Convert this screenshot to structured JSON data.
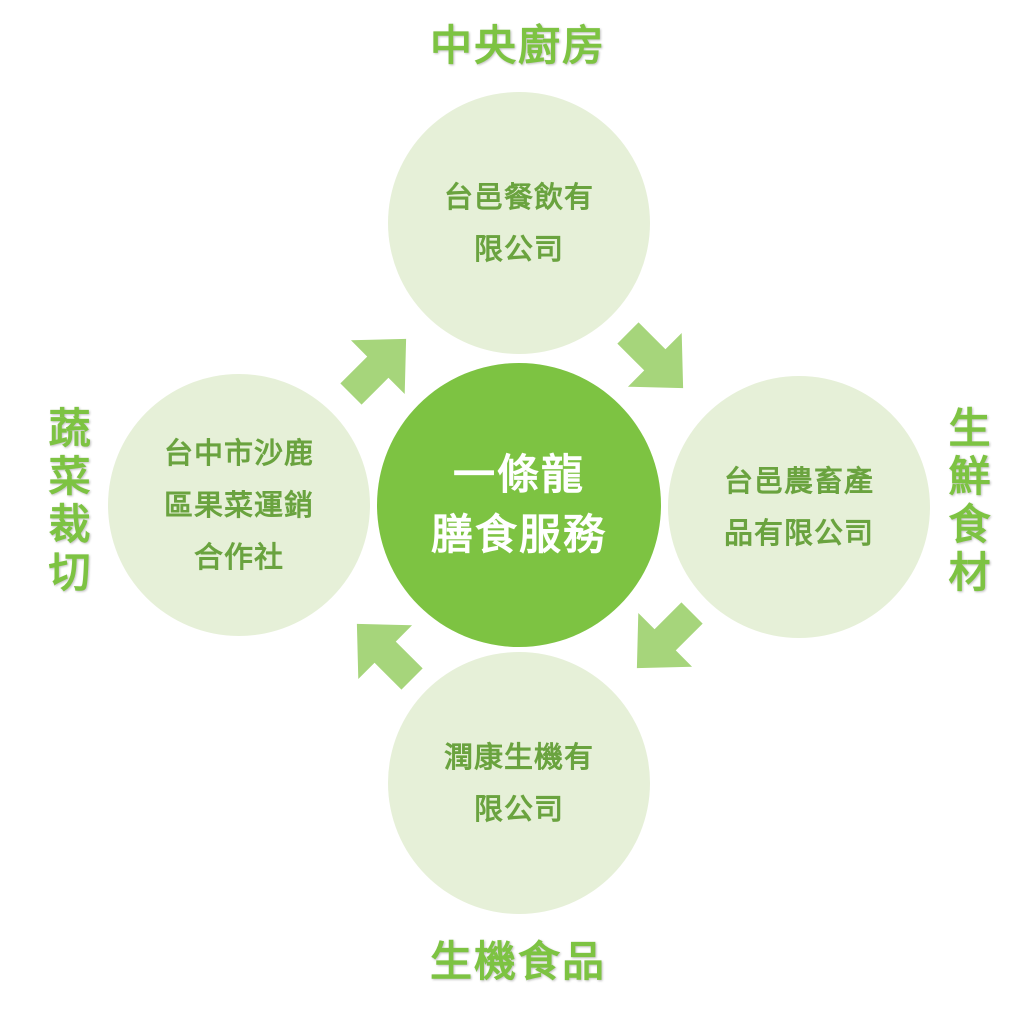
{
  "colors": {
    "accent_green": "#7dc342",
    "light_circle": "#e6f0d8",
    "outer_text": "#6aa33f",
    "arrow": "#a6d57b",
    "center_text": "#ffffff"
  },
  "center": {
    "lines": [
      "一條龍",
      "膳食服務"
    ]
  },
  "nodes": {
    "top": {
      "category": "中央廚房",
      "lines": [
        "台邑餐飲有",
        "限公司"
      ]
    },
    "right": {
      "category": "生鮮食材",
      "lines": [
        "台邑農畜產",
        "品有限公司"
      ]
    },
    "bottom": {
      "category": "生機食品",
      "lines": [
        "潤康生機有",
        "限公司"
      ]
    },
    "left": {
      "category": "蔬菜裁切",
      "lines": [
        "台中市沙鹿",
        "區果菜運銷",
        "合作社"
      ]
    }
  },
  "arrows": [
    {
      "name": "arrow-left-to-top",
      "direction": "up-right"
    },
    {
      "name": "arrow-top-to-right",
      "direction": "down-right"
    },
    {
      "name": "arrow-right-to-bottom",
      "direction": "down-left"
    },
    {
      "name": "arrow-bottom-to-left",
      "direction": "up-left"
    }
  ]
}
